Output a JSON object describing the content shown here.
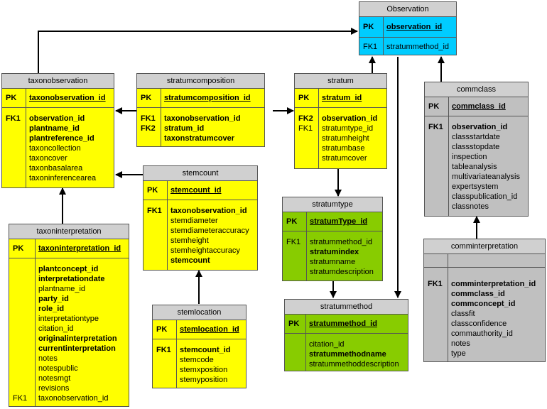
{
  "entities": {
    "observation": {
      "title": "Observation",
      "pk_label": "PK",
      "pk_field": "observation_id",
      "fk_label": "FK1",
      "fk_field": "stratummethod_id"
    },
    "taxonobservation": {
      "title": "taxonobservation",
      "pk_label": "PK",
      "pk_field": "taxonobservation_id",
      "keys": [
        "FK1",
        "",
        "",
        "",
        "",
        "",
        ""
      ],
      "fields": [
        "observation_id",
        "plantname_id",
        "plantreference_id",
        "taxoncollection",
        "taxoncover",
        "taxonbasalarea",
        "taxoninferencearea"
      ]
    },
    "stratumcomposition": {
      "title": "stratumcomposition",
      "pk_label": "PK",
      "pk_field": "stratumcomposition_id",
      "keys": [
        "FK1",
        "FK2",
        ""
      ],
      "fields": [
        "taxonobservation_id",
        "stratum_id",
        "taxonstratumcover"
      ]
    },
    "stratum": {
      "title": "stratum",
      "pk_label": "PK",
      "pk_field": "stratum_id",
      "keys": [
        "FK2",
        "FK1",
        "",
        "",
        ""
      ],
      "fields": [
        "observation_id",
        "stratumtype_id",
        "stratumheight",
        "stratumbase",
        "stratumcover"
      ]
    },
    "commclass": {
      "title": "commclass",
      "pk_label": "PK",
      "pk_field": "commclass_id",
      "keys": [
        "FK1",
        "",
        "",
        "",
        "",
        "",
        "",
        "",
        ""
      ],
      "fields": [
        "observation_id",
        "classstartdate",
        "classstopdate",
        "inspection",
        "tableanalysis",
        "multivariateanalysis",
        "expertsystem",
        "classpublication_id",
        "classnotes"
      ]
    },
    "stemcount": {
      "title": "stemcount",
      "pk_label": "PK",
      "pk_field": "stemcount_id",
      "keys": [
        "FK1",
        "",
        "",
        "",
        "",
        ""
      ],
      "fields": [
        "taxonobservation_id",
        "stemdiameter",
        "stemdiameteraccuracy",
        "stemheight",
        "stemheightaccuracy",
        "stemcount"
      ]
    },
    "stratumtype": {
      "title": "stratumtype",
      "pk_label": "PK",
      "pk_field": "stratumType_id",
      "keys": [
        "FK1",
        "",
        "",
        ""
      ],
      "fields": [
        "stratummethod_id",
        "stratumindex",
        "stratumname",
        "stratumdescription"
      ]
    },
    "taxoninterpretation": {
      "title": "taxoninterpretation",
      "pk_label": "PK",
      "pk_field": "taxoninterpretation_id",
      "keys": [
        "",
        "",
        "",
        "",
        "",
        "",
        "",
        "",
        "",
        "",
        "",
        "",
        "",
        "FK1"
      ],
      "fields": [
        "plantconcept_id",
        "interpretationdate",
        "plantname_id",
        "party_id",
        "role_id",
        "interpretationtype",
        "citation_id",
        "originalinterpretation",
        "currentinterpretation",
        "notes",
        "notespublic",
        "notesmgt",
        "revisions",
        "taxonobservation_id"
      ]
    },
    "stemlocation": {
      "title": "stemlocation",
      "pk_label": "PK",
      "pk_field": "stemlocation_id",
      "keys": [
        "FK1",
        "",
        "",
        ""
      ],
      "fields": [
        "stemcount_id",
        "stemcode",
        "stemxposition",
        "stemyposition"
      ]
    },
    "stratummethod": {
      "title": "stratummethod",
      "pk_label": "PK",
      "pk_field": "stratummethod_id",
      "keys": [
        "",
        "",
        ""
      ],
      "fields": [
        "citation_id",
        "stratummethodname",
        "stratummethoddescription"
      ]
    },
    "comminterpretation": {
      "title": "comminterpretation",
      "pk_label": "",
      "pk_field": "",
      "keys": [
        "FK1",
        "",
        "",
        "",
        "",
        "",
        ""
      ],
      "fields": [
        "comminterpretation_id",
        "commclass_id",
        "commconcept_id",
        "classfit",
        "classconfidence",
        "commauthority_id",
        "notes",
        "type"
      ]
    }
  }
}
